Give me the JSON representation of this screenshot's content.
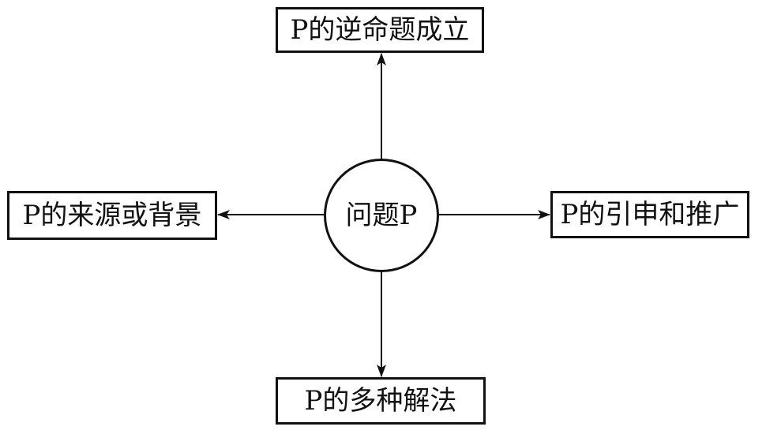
{
  "diagram": {
    "center": {
      "label": "问题P"
    },
    "nodes": {
      "top": {
        "label": "P的逆命题成立"
      },
      "left": {
        "label": "P的来源或背景"
      },
      "right": {
        "label": "P的引申和推广"
      },
      "bottom": {
        "label": "P的多种解法"
      }
    },
    "colors": {
      "stroke": "#111111",
      "background": "#ffffff"
    }
  }
}
